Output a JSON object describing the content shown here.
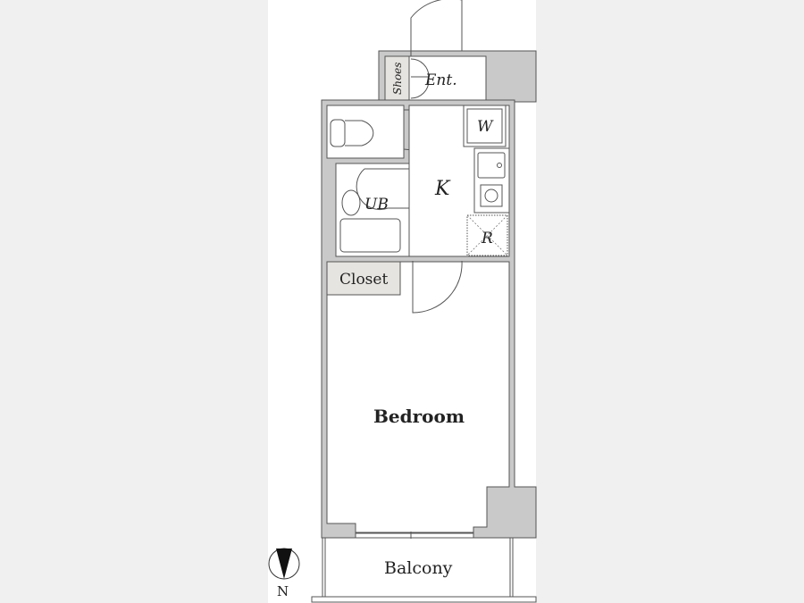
{
  "plan": {
    "rooms": {
      "entrance": "Ent.",
      "shoes": "Shoes",
      "kitchen": "K",
      "washer": "W",
      "refrigerator": "R",
      "unit_bath": "UB",
      "closet": "Closet",
      "bedroom": "Bedroom",
      "balcony": "Balcony"
    },
    "compass": "N"
  },
  "colors": {
    "wall": "#c9c9c9",
    "storage": "#e6e4e0",
    "background": "#f0f0f0"
  }
}
